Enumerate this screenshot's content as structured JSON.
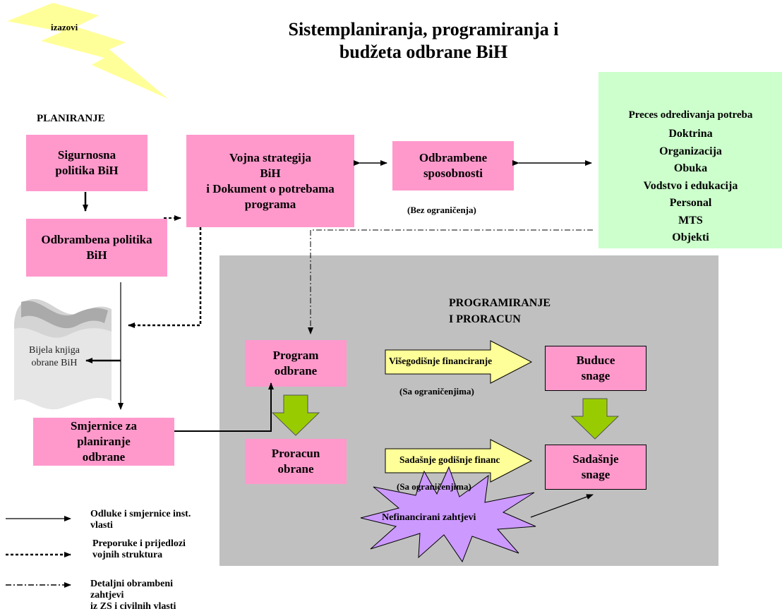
{
  "title": "Sistemplaniranja, programiranja i\nbudžeta odbrane BiH",
  "izazovi": "izazovi",
  "planiranje_label": "PLANIRANJE",
  "boxes": {
    "sigurnosna": "Sigurnosna\npolitika BiH",
    "vojna": "Vojna strategija\nBiH\ni Dokument o potrebama\nprograma",
    "odbrambene_sposobnosti": "Odbrambene\nsposobnosti",
    "odbrambena_politika": "Odbrambena politika\nBiH",
    "smjernice": "Smjernice za\nplaniranje\nodbrane",
    "program_odbrane": "Program\nodbrane",
    "proracun_odbrane": "Proracun\nobrane",
    "buduce_snage": "Buduce\nsnage",
    "sadasnje_snage": "Sadašnje\nsnage"
  },
  "bez_ogranicenja": "(Bez ograničenja)",
  "green_panel": {
    "title": "Preces odredivanja potreba",
    "items": [
      "Doktrina",
      "Organizacija",
      "Obuka",
      "Vodstvo i edukacija",
      "Personal",
      "MTS",
      "Objekti"
    ]
  },
  "bijela_knjiga": "Bijela knjiga\nobrane BiH",
  "programiranje_label": "PROGRAMIRANJE\nI PRORACUN",
  "visegodisnje": "Višegodišnje financiranje",
  "sadasnje_godisnje": "Sadašnje godišnje financ",
  "sa_ogranicenjima_1": "(Sa ograničenjima)",
  "sa_ogranicenjima_2": "(Sa ograničenjima)",
  "nefinancirani": "Nefinancirani zahtjevi",
  "legend": {
    "solid": "Odluke i smjernice inst.\nvlasti",
    "dashed": "Preporuke i prijedlozi\nvojnih struktura",
    "dashdot": "Detaljni obrambeni\nzahtjevi\niz ZS i civilnih vlasti"
  },
  "colors": {
    "pink": "#ff99cc",
    "green_panel": "#ccffcc",
    "gray_panel": "#c0c0c0",
    "yellow": "#ffff99",
    "olive_arrow": "#99cc00",
    "star": "#cc99ff"
  }
}
